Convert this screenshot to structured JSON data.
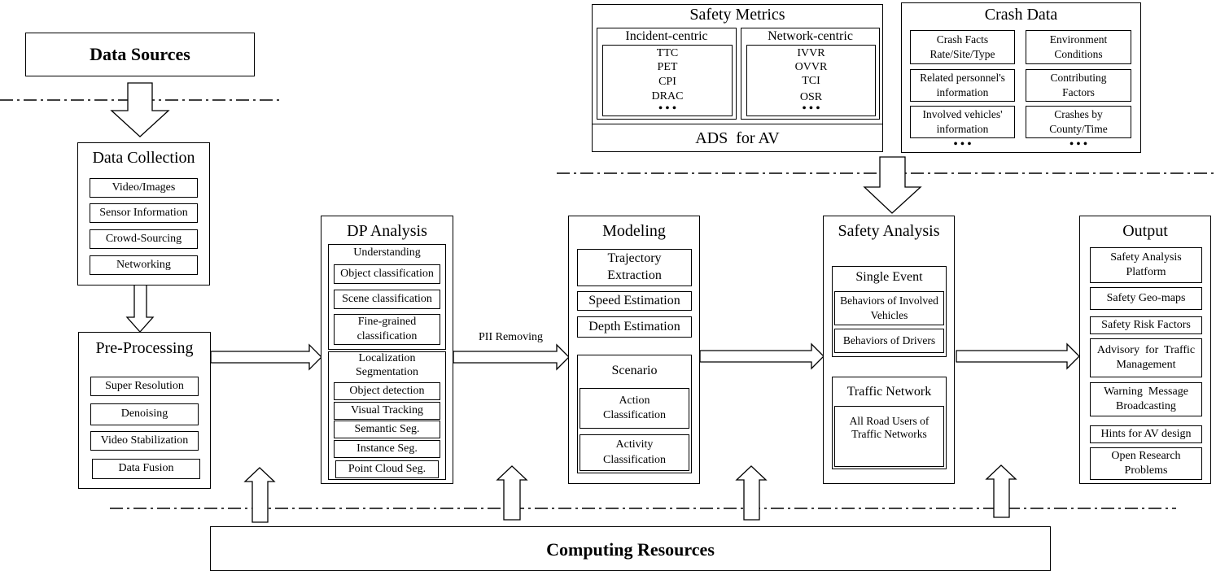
{
  "top": {
    "data_sources": "Data Sources",
    "computing_resources": "Computing Resources",
    "pii_removing": "PII Removing"
  },
  "safety_metrics": {
    "title": "Safety Metrics",
    "incident_title": "Incident-centric",
    "incident_items": [
      "TTC",
      "PET",
      "CPI",
      "DRAC",
      "• • •"
    ],
    "network_title": "Network-centric",
    "network_items": [
      "IVVR",
      "OVVR",
      "TCI",
      "OSR",
      "• • •"
    ],
    "ads": "ADS  for AV"
  },
  "crash_data": {
    "title": "Crash Data",
    "items": [
      "Crash Facts\nRate/Site/Type",
      "Environment\nConditions",
      "Related personnel's\ninformation",
      "Contributing\nFactors",
      "Involved vehicles'\ninformation",
      "Crashes by\nCounty/Time"
    ],
    "more_left": "• • •",
    "more_right": "• • •"
  },
  "data_collection": {
    "title": "Data Collection",
    "items": [
      "Video/Images",
      "Sensor Information",
      "Crowd-Sourcing",
      "Networking"
    ]
  },
  "pre_processing": {
    "title": "Pre-Processing",
    "items": [
      "Super Resolution",
      "Denoising",
      "Video Stabilization",
      "Data Fusion"
    ]
  },
  "dp_analysis": {
    "title": "DP Analysis",
    "understanding": "Understanding",
    "understanding_items": [
      "Object classification",
      "Scene classification",
      "Fine-grained\nclassification"
    ],
    "localization": "Localization\nSegmentation",
    "localization_items": [
      "Object detection",
      "Visual Tracking",
      "Semantic Seg.",
      "Instance Seg.",
      "Point Cloud Seg."
    ]
  },
  "modeling": {
    "title": "Modeling",
    "items": [
      "Trajectory\nExtraction",
      "Speed Estimation",
      "Depth Estimation"
    ],
    "scenario": "Scenario",
    "scenario_items": [
      "Action\nClassification",
      "Activity\nClassification"
    ]
  },
  "safety_analysis": {
    "title": "Safety Analysis",
    "single_event": "Single Event",
    "single_items": [
      "Behaviors of Involved\nVehicles",
      "Behaviors of Drivers"
    ],
    "traffic_network": "Traffic Network",
    "traffic_items": [
      "All Road Users of\nTraffic Networks"
    ]
  },
  "output": {
    "title": "Output",
    "items": [
      "Safety Analysis\nPlatform",
      "Safety Geo-maps",
      "Safety Risk Factors",
      "Advisory  for  Traffic\nManagement",
      "Warning  Message\nBroadcasting",
      "Hints for AV design",
      "Open Research\nProblems"
    ]
  }
}
